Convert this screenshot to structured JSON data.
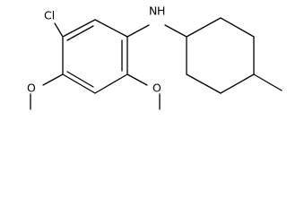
{
  "molecule": {
    "atoms": {
      "chloro": "Cl",
      "amine": "N",
      "amine_h": "H",
      "methoxy_o_left": "O",
      "methoxy_o_right": "O"
    },
    "colors": {
      "bond": "#000000",
      "label": "#000000",
      "background": "#ffffff"
    }
  }
}
